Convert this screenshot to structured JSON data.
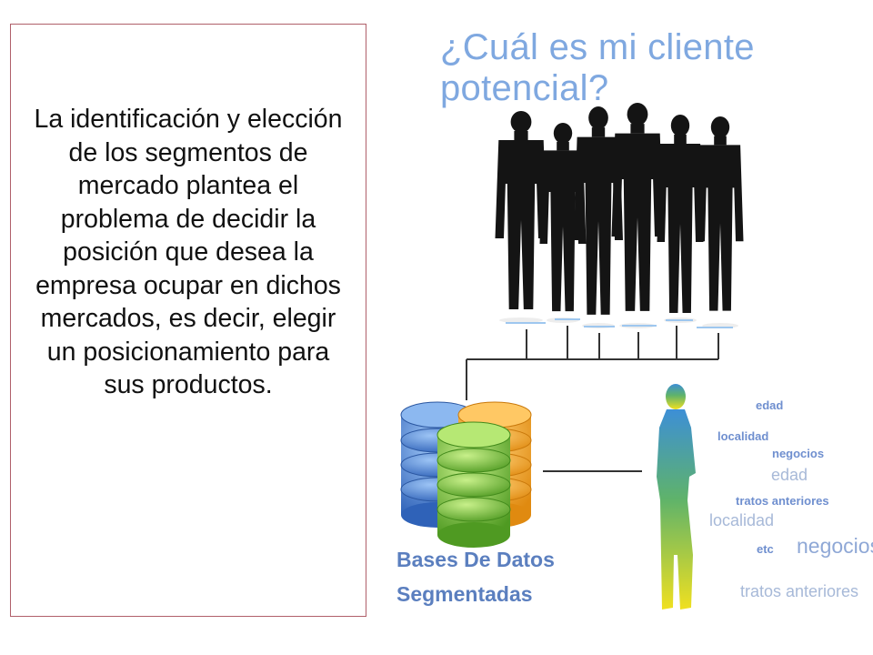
{
  "left_panel": {
    "text": "La identificación y elección de los segmentos de mercado plantea el problema de decidir la posición que desea la empresa ocupar en dichos mercados, es decir, elegir un posicionamiento para sus productos."
  },
  "graphic": {
    "title": "¿Cuál es mi cliente potencial?",
    "database_label_line1": "Bases De Datos",
    "database_label_line2": "Segmentadas",
    "attributes": {
      "edad_small": "edad",
      "localidad_small": "localidad",
      "negocios_small": "negocios",
      "edad_large": "edad",
      "tratos_small": "tratos anteriores",
      "localidad_large": "localidad",
      "etc": "etc",
      "negocios_large": "negocios",
      "tratos_large": "tratos anteriores"
    },
    "colors": {
      "title": "#7fa8e0",
      "silhouette": "#111111",
      "db_blue": "#4a7fd0",
      "db_orange": "#f5a623",
      "db_green": "#7cc243",
      "figure_top": "#3d8fd6",
      "figure_bottom": "#f0e020"
    },
    "icons": [
      "business-people-silhouettes",
      "database-stack-icon",
      "person-gradient-silhouette"
    ]
  }
}
